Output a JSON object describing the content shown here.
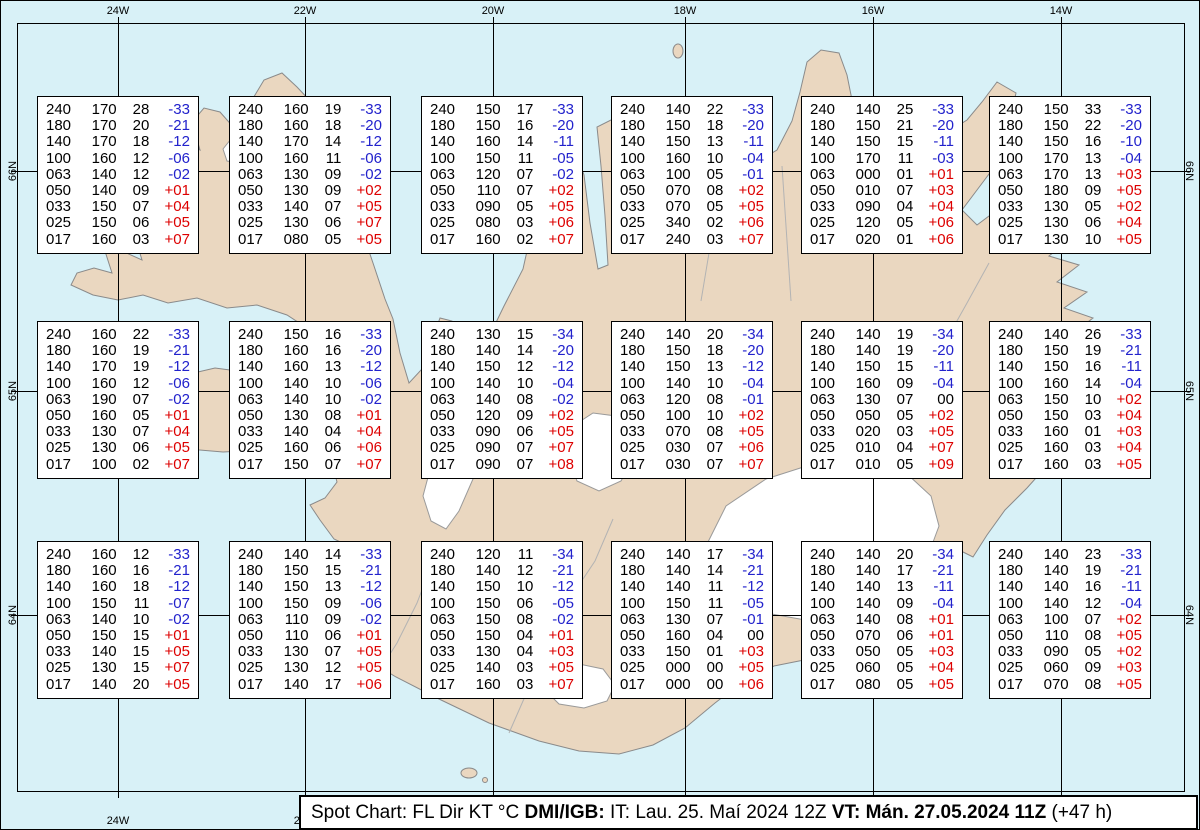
{
  "colors": {
    "ocean": "#d8f1f7",
    "land": "#ead7c0",
    "coastline": "#8a8a8a",
    "glacier": "#ffffff",
    "grid": "#000000",
    "negative_temp": "#2222cc",
    "positive_temp": "#dd0000"
  },
  "caption": {
    "prefix": "Spot Chart: FL Dir KT °C ",
    "bold_agency": "DMI/IGB:",
    "issue": " IT: Lau. 25. Maí 2024 12Z ",
    "bold_valid": "VT: Mán. 27.05.2024 11Z",
    "suffix": " (+47 h)"
  },
  "chart_data": {
    "type": "table",
    "title": "Spot Chart: FL Dir KT °C",
    "columns": [
      "FL",
      "Dir",
      "KT",
      "°C"
    ],
    "grid": {
      "longitudes": [
        "24W",
        "22W",
        "20W",
        "18W",
        "16W",
        "14W"
      ],
      "latitudes": [
        "66N",
        "65N",
        "64N"
      ]
    },
    "stations": [
      {
        "row": 0,
        "col": 0,
        "levels": [
          [
            "240",
            "170",
            "28",
            "-33"
          ],
          [
            "180",
            "170",
            "20",
            "-21"
          ],
          [
            "140",
            "170",
            "18",
            "-12"
          ],
          [
            "100",
            "160",
            "12",
            "-06"
          ],
          [
            "063",
            "140",
            "12",
            "-02"
          ],
          [
            "050",
            "140",
            "09",
            "+01"
          ],
          [
            "033",
            "150",
            "07",
            "+04"
          ],
          [
            "025",
            "150",
            "06",
            "+05"
          ],
          [
            "017",
            "160",
            "03",
            "+07"
          ]
        ]
      },
      {
        "row": 0,
        "col": 1,
        "levels": [
          [
            "240",
            "160",
            "19",
            "-33"
          ],
          [
            "180",
            "160",
            "18",
            "-20"
          ],
          [
            "140",
            "170",
            "14",
            "-12"
          ],
          [
            "100",
            "160",
            "11",
            "-06"
          ],
          [
            "063",
            "130",
            "09",
            "-02"
          ],
          [
            "050",
            "130",
            "09",
            "+02"
          ],
          [
            "033",
            "140",
            "07",
            "+05"
          ],
          [
            "025",
            "130",
            "06",
            "+07"
          ],
          [
            "017",
            "080",
            "05",
            "+05"
          ]
        ]
      },
      {
        "row": 0,
        "col": 2,
        "levels": [
          [
            "240",
            "150",
            "17",
            "-33"
          ],
          [
            "180",
            "150",
            "16",
            "-20"
          ],
          [
            "140",
            "160",
            "14",
            "-11"
          ],
          [
            "100",
            "150",
            "11",
            "-05"
          ],
          [
            "063",
            "120",
            "07",
            "-02"
          ],
          [
            "050",
            "110",
            "07",
            "+02"
          ],
          [
            "033",
            "090",
            "05",
            "+05"
          ],
          [
            "025",
            "080",
            "03",
            "+06"
          ],
          [
            "017",
            "160",
            "02",
            "+07"
          ]
        ]
      },
      {
        "row": 0,
        "col": 3,
        "levels": [
          [
            "240",
            "140",
            "22",
            "-33"
          ],
          [
            "180",
            "150",
            "18",
            "-20"
          ],
          [
            "140",
            "150",
            "13",
            "-11"
          ],
          [
            "100",
            "160",
            "10",
            "-04"
          ],
          [
            "063",
            "100",
            "05",
            "-01"
          ],
          [
            "050",
            "070",
            "08",
            "+02"
          ],
          [
            "033",
            "070",
            "05",
            "+05"
          ],
          [
            "025",
            "340",
            "02",
            "+06"
          ],
          [
            "017",
            "240",
            "03",
            "+07"
          ]
        ]
      },
      {
        "row": 0,
        "col": 4,
        "levels": [
          [
            "240",
            "140",
            "25",
            "-33"
          ],
          [
            "180",
            "150",
            "21",
            "-20"
          ],
          [
            "140",
            "150",
            "15",
            "-11"
          ],
          [
            "100",
            "170",
            "11",
            "-03"
          ],
          [
            "063",
            "000",
            "01",
            "+01"
          ],
          [
            "050",
            "010",
            "07",
            "+03"
          ],
          [
            "033",
            "090",
            "04",
            "+04"
          ],
          [
            "025",
            "120",
            "05",
            "+06"
          ],
          [
            "017",
            "020",
            "01",
            "+06"
          ]
        ]
      },
      {
        "row": 0,
        "col": 5,
        "levels": [
          [
            "240",
            "150",
            "33",
            "-33"
          ],
          [
            "180",
            "150",
            "22",
            "-20"
          ],
          [
            "140",
            "150",
            "16",
            "-10"
          ],
          [
            "100",
            "170",
            "13",
            "-04"
          ],
          [
            "063",
            "170",
            "13",
            "+03"
          ],
          [
            "050",
            "180",
            "09",
            "+05"
          ],
          [
            "033",
            "130",
            "05",
            "+02"
          ],
          [
            "025",
            "130",
            "06",
            "+04"
          ],
          [
            "017",
            "130",
            "10",
            "+05"
          ]
        ]
      },
      {
        "row": 1,
        "col": 0,
        "levels": [
          [
            "240",
            "160",
            "22",
            "-33"
          ],
          [
            "180",
            "160",
            "19",
            "-21"
          ],
          [
            "140",
            "170",
            "19",
            "-12"
          ],
          [
            "100",
            "160",
            "12",
            "-06"
          ],
          [
            "063",
            "190",
            "07",
            "-02"
          ],
          [
            "050",
            "160",
            "05",
            "+01"
          ],
          [
            "033",
            "130",
            "07",
            "+04"
          ],
          [
            "025",
            "130",
            "06",
            "+05"
          ],
          [
            "017",
            "100",
            "02",
            "+07"
          ]
        ]
      },
      {
        "row": 1,
        "col": 1,
        "levels": [
          [
            "240",
            "150",
            "16",
            "-33"
          ],
          [
            "180",
            "160",
            "16",
            "-20"
          ],
          [
            "140",
            "160",
            "13",
            "-12"
          ],
          [
            "100",
            "140",
            "10",
            "-06"
          ],
          [
            "063",
            "140",
            "10",
            "-02"
          ],
          [
            "050",
            "130",
            "08",
            "+01"
          ],
          [
            "033",
            "140",
            "04",
            "+04"
          ],
          [
            "025",
            "160",
            "06",
            "+06"
          ],
          [
            "017",
            "150",
            "07",
            "+07"
          ]
        ]
      },
      {
        "row": 1,
        "col": 2,
        "levels": [
          [
            "240",
            "130",
            "15",
            "-34"
          ],
          [
            "180",
            "140",
            "14",
            "-20"
          ],
          [
            "140",
            "150",
            "12",
            "-12"
          ],
          [
            "100",
            "140",
            "10",
            "-04"
          ],
          [
            "063",
            "140",
            "08",
            "-02"
          ],
          [
            "050",
            "120",
            "09",
            "+02"
          ],
          [
            "033",
            "090",
            "06",
            "+05"
          ],
          [
            "025",
            "090",
            "07",
            "+07"
          ],
          [
            "017",
            "090",
            "07",
            "+08"
          ]
        ]
      },
      {
        "row": 1,
        "col": 3,
        "levels": [
          [
            "240",
            "140",
            "20",
            "-34"
          ],
          [
            "180",
            "150",
            "18",
            "-20"
          ],
          [
            "140",
            "150",
            "13",
            "-12"
          ],
          [
            "100",
            "140",
            "10",
            "-04"
          ],
          [
            "063",
            "120",
            "08",
            "-01"
          ],
          [
            "050",
            "100",
            "10",
            "+02"
          ],
          [
            "033",
            "070",
            "08",
            "+05"
          ],
          [
            "025",
            "030",
            "07",
            "+06"
          ],
          [
            "017",
            "030",
            "07",
            "+07"
          ]
        ]
      },
      {
        "row": 1,
        "col": 4,
        "levels": [
          [
            "240",
            "140",
            "19",
            "-34"
          ],
          [
            "180",
            "140",
            "19",
            "-20"
          ],
          [
            "140",
            "150",
            "15",
            "-11"
          ],
          [
            "100",
            "160",
            "09",
            "-04"
          ],
          [
            "063",
            "130",
            "07",
            "00"
          ],
          [
            "050",
            "050",
            "05",
            "+02"
          ],
          [
            "033",
            "020",
            "03",
            "+05"
          ],
          [
            "025",
            "010",
            "04",
            "+07"
          ],
          [
            "017",
            "010",
            "05",
            "+09"
          ]
        ]
      },
      {
        "row": 1,
        "col": 5,
        "levels": [
          [
            "240",
            "140",
            "26",
            "-33"
          ],
          [
            "180",
            "150",
            "19",
            "-21"
          ],
          [
            "140",
            "150",
            "16",
            "-11"
          ],
          [
            "100",
            "160",
            "14",
            "-04"
          ],
          [
            "063",
            "150",
            "10",
            "+02"
          ],
          [
            "050",
            "150",
            "03",
            "+04"
          ],
          [
            "033",
            "160",
            "01",
            "+03"
          ],
          [
            "025",
            "160",
            "03",
            "+04"
          ],
          [
            "017",
            "160",
            "03",
            "+05"
          ]
        ]
      },
      {
        "row": 2,
        "col": 0,
        "levels": [
          [
            "240",
            "160",
            "12",
            "-33"
          ],
          [
            "180",
            "160",
            "16",
            "-21"
          ],
          [
            "140",
            "160",
            "18",
            "-12"
          ],
          [
            "100",
            "150",
            "11",
            "-07"
          ],
          [
            "063",
            "140",
            "10",
            "-02"
          ],
          [
            "050",
            "150",
            "15",
            "+01"
          ],
          [
            "033",
            "140",
            "15",
            "+05"
          ],
          [
            "025",
            "130",
            "15",
            "+07"
          ],
          [
            "017",
            "140",
            "20",
            "+05"
          ]
        ]
      },
      {
        "row": 2,
        "col": 1,
        "levels": [
          [
            "240",
            "140",
            "14",
            "-33"
          ],
          [
            "180",
            "150",
            "15",
            "-21"
          ],
          [
            "140",
            "150",
            "13",
            "-12"
          ],
          [
            "100",
            "150",
            "09",
            "-06"
          ],
          [
            "063",
            "110",
            "09",
            "-02"
          ],
          [
            "050",
            "110",
            "06",
            "+01"
          ],
          [
            "033",
            "130",
            "07",
            "+05"
          ],
          [
            "025",
            "130",
            "12",
            "+05"
          ],
          [
            "017",
            "140",
            "17",
            "+06"
          ]
        ]
      },
      {
        "row": 2,
        "col": 2,
        "levels": [
          [
            "240",
            "120",
            "11",
            "-34"
          ],
          [
            "180",
            "140",
            "12",
            "-21"
          ],
          [
            "140",
            "150",
            "10",
            "-12"
          ],
          [
            "100",
            "150",
            "06",
            "-05"
          ],
          [
            "063",
            "150",
            "08",
            "-02"
          ],
          [
            "050",
            "150",
            "04",
            "+01"
          ],
          [
            "033",
            "130",
            "04",
            "+03"
          ],
          [
            "025",
            "140",
            "03",
            "+05"
          ],
          [
            "017",
            "160",
            "03",
            "+07"
          ]
        ]
      },
      {
        "row": 2,
        "col": 3,
        "levels": [
          [
            "240",
            "140",
            "17",
            "-34"
          ],
          [
            "180",
            "140",
            "14",
            "-21"
          ],
          [
            "140",
            "140",
            "11",
            "-12"
          ],
          [
            "100",
            "150",
            "11",
            "-05"
          ],
          [
            "063",
            "130",
            "07",
            "-01"
          ],
          [
            "050",
            "160",
            "04",
            "00"
          ],
          [
            "033",
            "150",
            "01",
            "+03"
          ],
          [
            "025",
            "000",
            "00",
            "+05"
          ],
          [
            "017",
            "000",
            "00",
            "+06"
          ]
        ]
      },
      {
        "row": 2,
        "col": 4,
        "levels": [
          [
            "240",
            "140",
            "20",
            "-34"
          ],
          [
            "180",
            "140",
            "17",
            "-21"
          ],
          [
            "140",
            "140",
            "13",
            "-11"
          ],
          [
            "100",
            "140",
            "09",
            "-04"
          ],
          [
            "063",
            "140",
            "08",
            "+01"
          ],
          [
            "050",
            "070",
            "06",
            "+01"
          ],
          [
            "033",
            "050",
            "05",
            "+03"
          ],
          [
            "025",
            "060",
            "05",
            "+04"
          ],
          [
            "017",
            "080",
            "05",
            "+05"
          ]
        ]
      },
      {
        "row": 2,
        "col": 5,
        "levels": [
          [
            "240",
            "140",
            "23",
            "-33"
          ],
          [
            "180",
            "140",
            "19",
            "-21"
          ],
          [
            "140",
            "140",
            "16",
            "-11"
          ],
          [
            "100",
            "140",
            "12",
            "-04"
          ],
          [
            "063",
            "100",
            "07",
            "+02"
          ],
          [
            "050",
            "110",
            "08",
            "+05"
          ],
          [
            "033",
            "090",
            "05",
            "+02"
          ],
          [
            "025",
            "060",
            "09",
            "+03"
          ],
          [
            "017",
            "070",
            "08",
            "+05"
          ]
        ]
      }
    ]
  }
}
